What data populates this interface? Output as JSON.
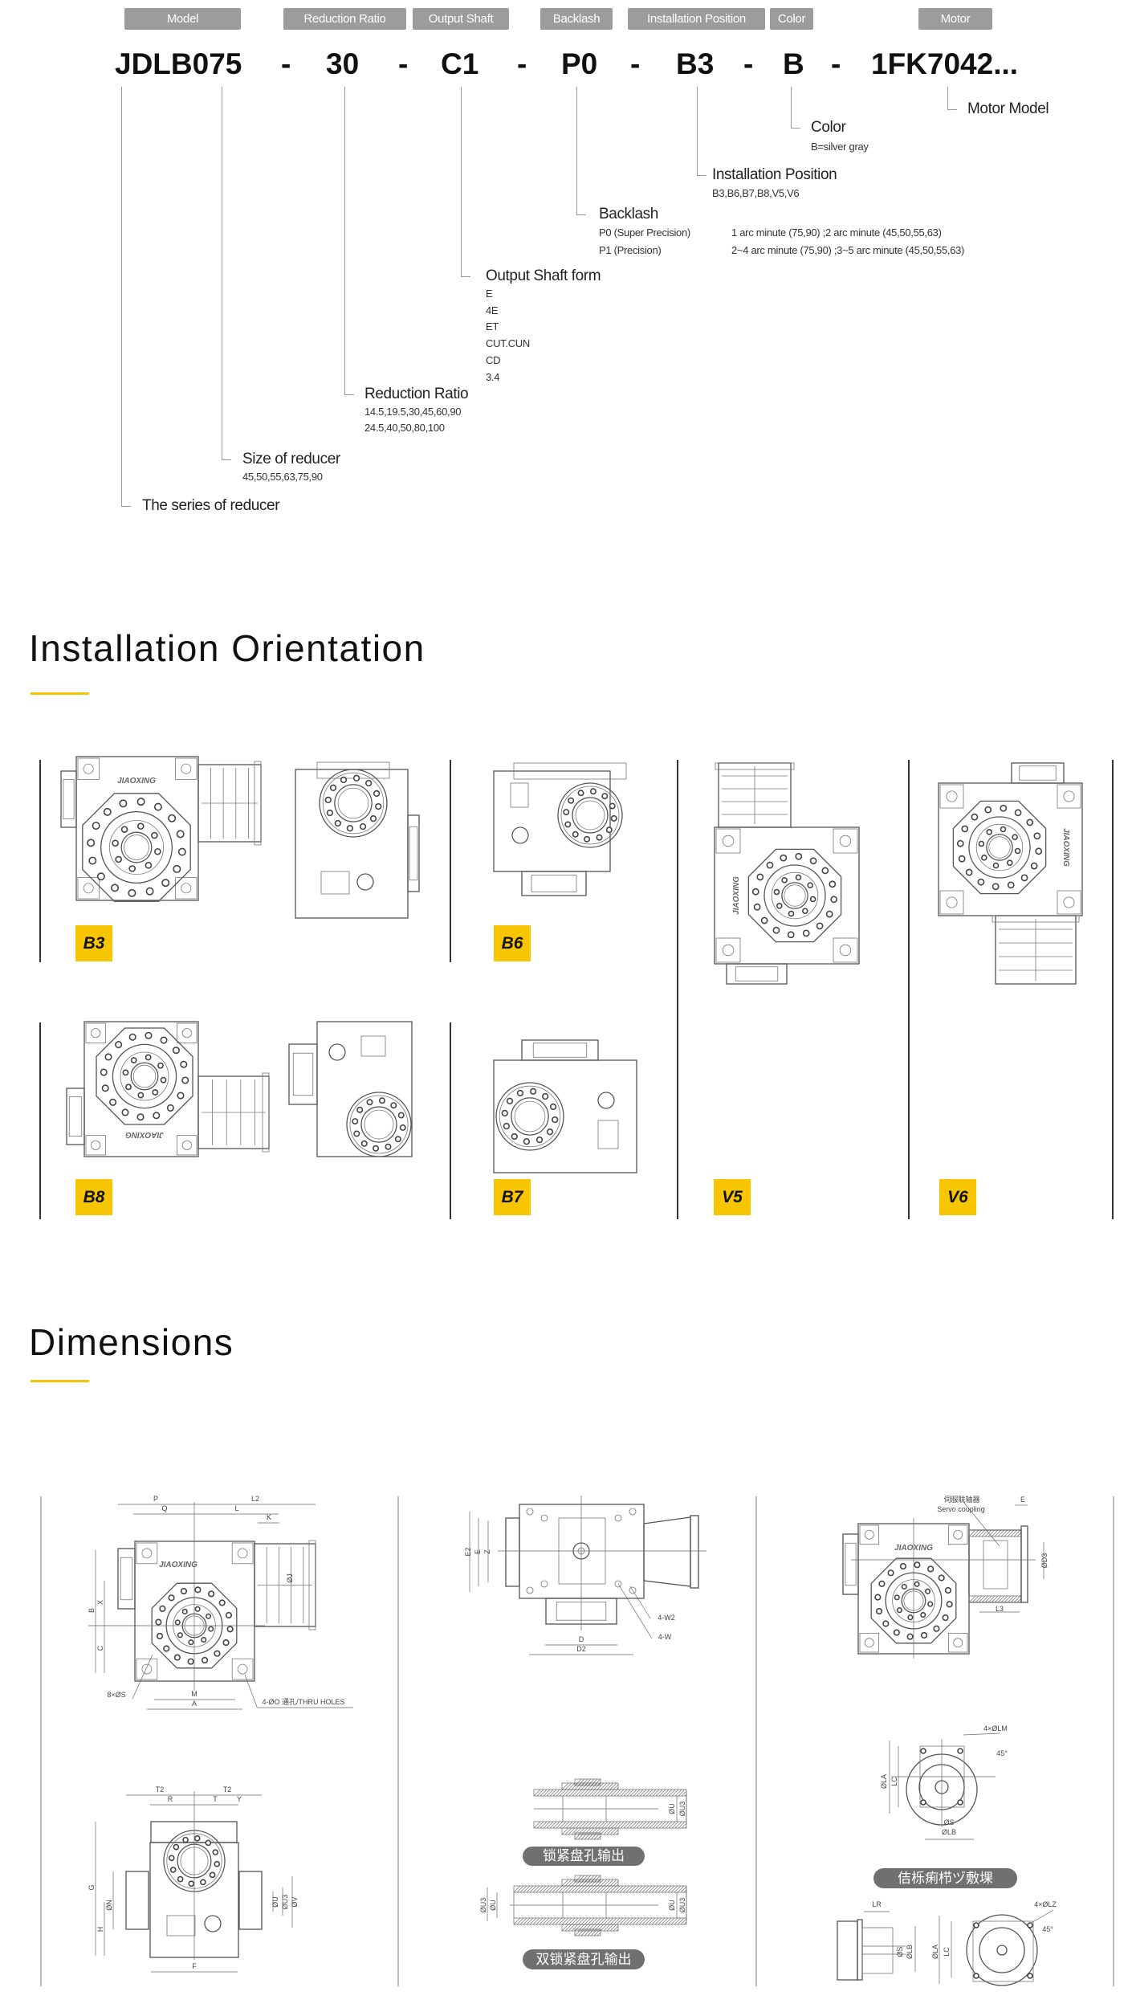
{
  "header_labels": [
    "Model",
    "Reduction Ratio",
    "Output Shaft",
    "Backlash",
    "Installation Position",
    "Color",
    "Motor"
  ],
  "code": {
    "tokens": [
      "JDLB075",
      "-",
      "30",
      "-",
      "C1",
      "-",
      "P0",
      "-",
      "B3",
      "-",
      "B",
      "-",
      "1FK7042..."
    ]
  },
  "tree": {
    "motor": {
      "title": "Motor Model"
    },
    "color": {
      "title": "Color",
      "lines": [
        "B=silver gray"
      ]
    },
    "installation": {
      "title": "Installation Position",
      "lines": [
        "B3,B6,B7,B8,V5,V6"
      ]
    },
    "backlash": {
      "title": "Backlash",
      "rows": [
        {
          "code": "P0 (Super Precision)",
          "desc": "1 arc minute (75,90) ;2 arc minute (45,50,55,63)"
        },
        {
          "code": "P1 (Precision)",
          "desc": "2~4 arc minute (75,90) ;3~5 arc minute (45,50,55,63)"
        }
      ]
    },
    "output_shaft": {
      "title": "Output Shaft form",
      "lines": [
        "E",
        "4E",
        "ET",
        "CUT.CUN",
        "CD",
        "3.4"
      ]
    },
    "ratio": {
      "title": "Reduction Ratio",
      "lines": [
        "14.5,19.5,30,45,60,90",
        "24.5,40,50,80,100"
      ]
    },
    "size": {
      "title": "Size of reducer",
      "lines": [
        "45,50,55,63,75,90"
      ]
    },
    "series": {
      "title": "The series of reducer"
    }
  },
  "orientation": {
    "title": "Installation Orientation",
    "badges": [
      "B3",
      "B6",
      "B8",
      "B7",
      "V5",
      "V6"
    ],
    "logo_text": "JIAOXING"
  },
  "dimensions": {
    "title": "Dimensions",
    "p1_top": [
      "P",
      "Q",
      "L2",
      "L",
      "K",
      "ØJ",
      "B",
      "X",
      "C",
      "8×ØS",
      "M",
      "A",
      "4-ØO 通孔/THRU HOLES"
    ],
    "p1_bottom": [
      "T2",
      "T2",
      "R",
      "T",
      "Y",
      "G",
      "ØN",
      "H",
      "ØU",
      "ØU3",
      "ØV",
      "F"
    ],
    "p2_top": [
      "E2",
      "E",
      "Z",
      "4-W2",
      "4-W",
      "D",
      "D2"
    ],
    "p2_bottom": [
      "ØU",
      "ØU3",
      "ØU3",
      "ØU",
      "ØU",
      "ØU3"
    ],
    "p2_pills": [
      "锁紧盘孔输出",
      "双锁紧盘孔输出"
    ],
    "p3_top": [
      "伺服联轴器",
      "Servo coupling",
      "E",
      "ØD3",
      "L3"
    ],
    "p3_bottom": [
      "4×ØLM",
      "45°",
      "ØLA",
      "LC",
      "ØS",
      "ØLB",
      "LR",
      "ØS",
      "ØLB",
      "4×ØLZ",
      "45°",
      "ØLA",
      "LC"
    ],
    "p3_pill": "佶栎痢栉ヅ敷堁"
  },
  "colors": {
    "accent": "#f5c400",
    "label_bg": "#9c9c9c",
    "pill_bg": "#707070"
  }
}
